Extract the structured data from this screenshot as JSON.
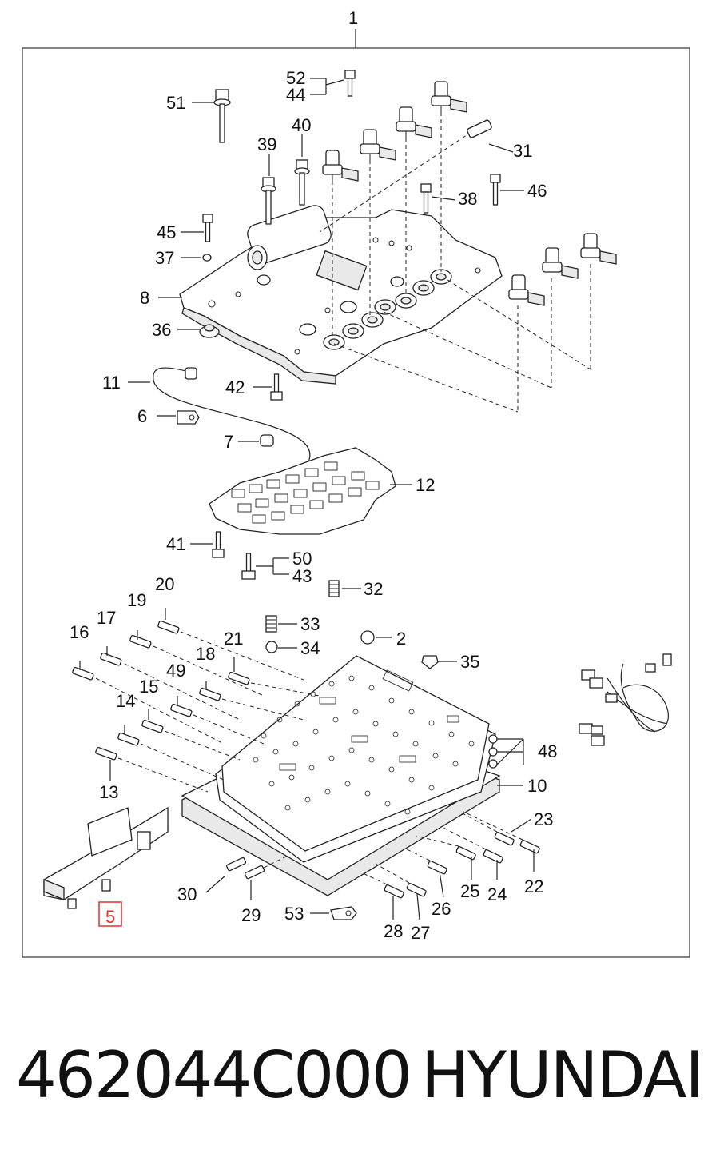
{
  "diagram": {
    "assembly_number": "1",
    "callouts": [
      "2",
      "5",
      "6",
      "7",
      "8",
      "10",
      "11",
      "12",
      "13",
      "14",
      "15",
      "16",
      "17",
      "18",
      "19",
      "20",
      "21",
      "22",
      "23",
      "24",
      "25",
      "26",
      "27",
      "28",
      "29",
      "30",
      "31",
      "32",
      "33",
      "34",
      "35",
      "36",
      "37",
      "38",
      "39",
      "40",
      "41",
      "42",
      "43",
      "44",
      "45",
      "46",
      "48",
      "49",
      "50",
      "51",
      "52",
      "53"
    ],
    "highlighted_callout": "5",
    "highlight_color": "#e03030"
  },
  "footer": {
    "part_number": "462044C000",
    "brand": "HYUNDAI"
  }
}
